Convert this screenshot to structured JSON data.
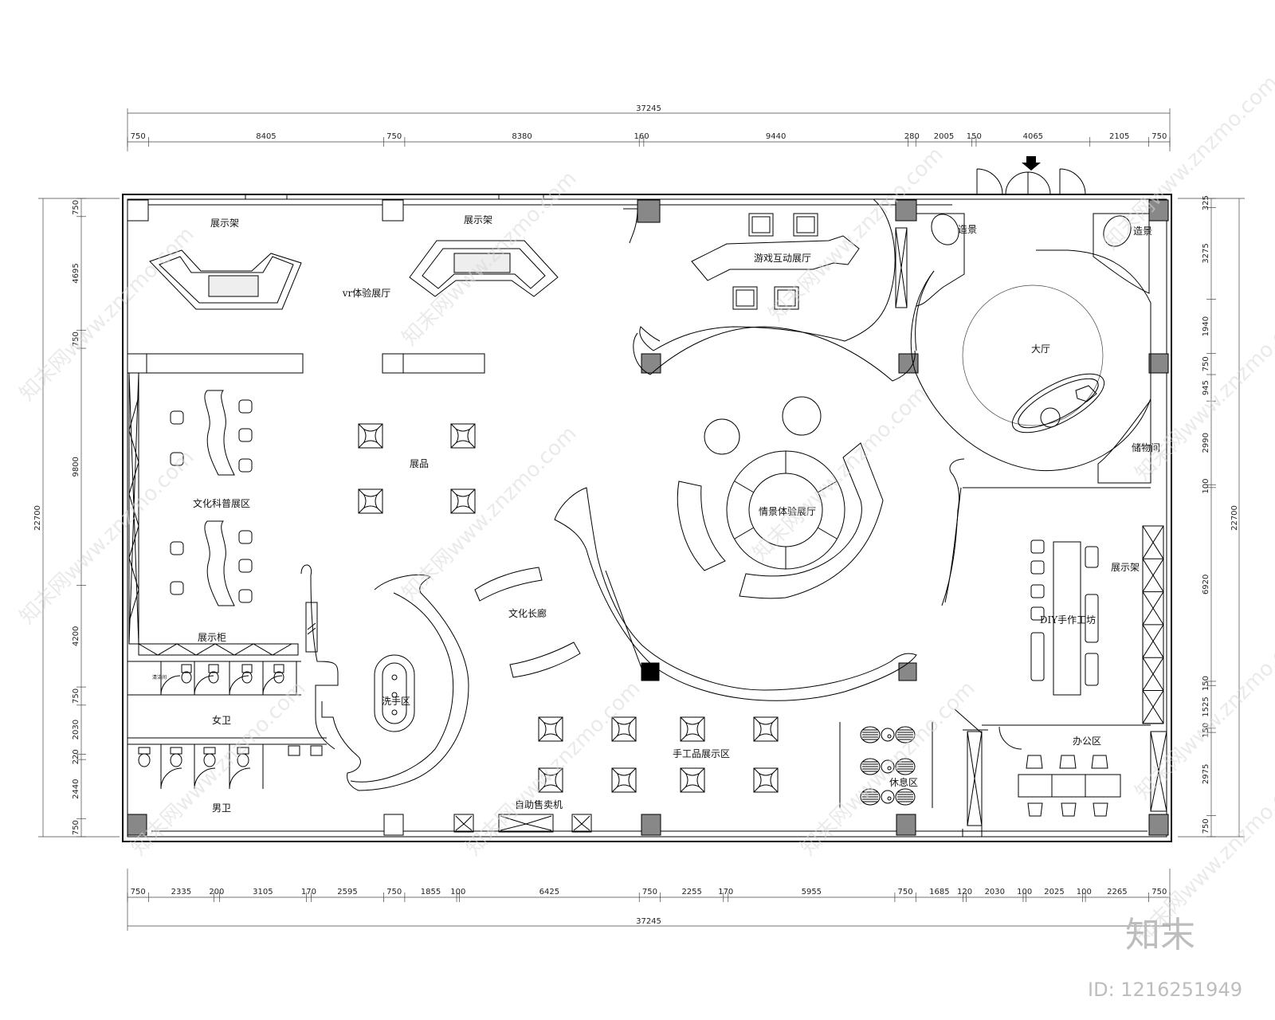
{
  "dimensions": {
    "top_total": "37245",
    "top_segments": [
      "750",
      "8405",
      "750",
      "8380",
      "160",
      "9440",
      "280",
      "2005",
      "150",
      "4065",
      "2105",
      "750"
    ],
    "bottom_total": "37245",
    "bottom_segments": [
      "750",
      "2335",
      "200",
      "3105",
      "170",
      "2595",
      "750",
      "1855",
      "100",
      "6425",
      "750",
      "2255",
      "170",
      "5955",
      "750",
      "1685",
      "120",
      "2030",
      "100",
      "2025",
      "100",
      "2265",
      "750"
    ],
    "left_total": "22700",
    "left_segments": [
      "750",
      "4695",
      "750",
      "9800",
      "4200",
      "750",
      "2030",
      "220",
      "2440",
      "750"
    ],
    "right_total": "22700",
    "right_segments": [
      "325",
      "3275",
      "1940",
      "750",
      "945",
      "2990",
      "100",
      "6920",
      "150",
      "1525",
      "150",
      "2975",
      "750"
    ]
  },
  "rooms": {
    "display_rack_1": "展示架",
    "display_rack_2": "展示架",
    "vr_hall": "vr体验展厅",
    "game_hall": "游戏互动展厅",
    "scenery_1": "造景",
    "scenery_2": "造景",
    "lobby": "大厅",
    "storage": "储物间",
    "exhibits": "展品",
    "culture_science": "文化科普展区",
    "scene_hall": "情景体验展厅",
    "display_rack_3": "展示架",
    "diy_workshop": "DIY手作工坊",
    "culture_corridor": "文化长廊",
    "display_cabinet": "展示柜",
    "washroom_area": "洗手区",
    "womens_wc": "女卫",
    "mens_wc": "男卫",
    "janitor": "清洁间",
    "handicraft_area": "手工品展示区",
    "rest_area": "休息区",
    "office_area": "办公区",
    "vending": "自助售卖机"
  },
  "watermark": "知末网www.znzmo.com",
  "brand": "知末",
  "image_id": "ID: 1216251949"
}
